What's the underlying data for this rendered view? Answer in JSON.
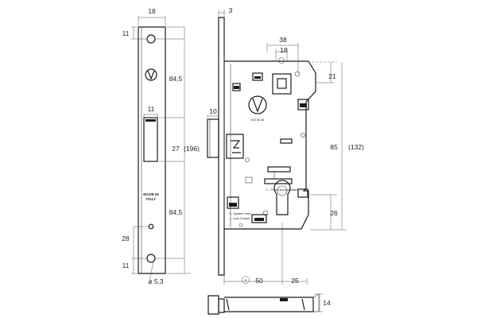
{
  "faceplate": {
    "width_label": "18",
    "hole_top_label": "11",
    "upper_label": "84,5",
    "latch_width_label": "11",
    "latch_height_label": "27",
    "total_label": "(196)",
    "lower_label": "84,5",
    "lower_hole_label": "28",
    "hole_bottom_label": "11",
    "hole_dia_label": "⌀ 5,3",
    "made_in_line1": "MADE IN",
    "made_in_line2": "ITALY"
  },
  "body": {
    "top_label": "3",
    "spacing_label": "38",
    "small_label": "18",
    "right_top_label": "21",
    "height_label": "85",
    "height_total_label": "(132)",
    "bottom_right_label": "26",
    "latch_proj_label": "10",
    "backset_label": "50",
    "backset_prefix": "E",
    "center_label": "25",
    "bolt_label": "14",
    "code_text": "515 50 86",
    "press_text": "2 - Press and push",
    "latch_text": "latch",
    "system_text": "1 - System Here",
    "lock_closed_text": "→ Lock Closed"
  }
}
